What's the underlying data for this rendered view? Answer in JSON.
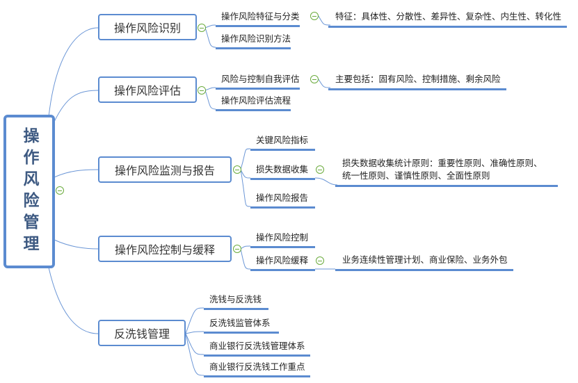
{
  "root": {
    "label": "操作风险管理"
  },
  "branches": [
    {
      "label": "操作风险识别",
      "children": [
        {
          "label": "操作风险特征与分类",
          "detail": "特征：具体性、分散性、差异性、复杂性、内生性、转化性"
        },
        {
          "label": "操作风险识别方法"
        }
      ]
    },
    {
      "label": "操作风险评估",
      "children": [
        {
          "label": "风险与控制自我评估",
          "detail": "主要包括：固有风险、控制措施、剩余风险"
        },
        {
          "label": "操作风险评估流程"
        }
      ]
    },
    {
      "label": "操作风险监测与报告",
      "children": [
        {
          "label": "关键风险指标"
        },
        {
          "label": "损失数据收集",
          "detail_lines": [
            "损失数据收集统计原则：重要性原则、准确性原则、",
            "统一性原则、谨慎性原则、全面性原则"
          ]
        },
        {
          "label": "操作风险报告"
        }
      ]
    },
    {
      "label": "操作风险控制与缓释",
      "children": [
        {
          "label": "操作风险控制"
        },
        {
          "label": "操作风险缓释",
          "detail": "业务连续性管理计划、商业保险、业务外包"
        }
      ]
    },
    {
      "label": "反洗钱管理",
      "children": [
        {
          "label": "洗钱与反洗钱"
        },
        {
          "label": "反洗钱监管体系"
        },
        {
          "label": "商业银行反洗钱管理体系"
        },
        {
          "label": "商业银行反洗钱工作重点"
        }
      ]
    }
  ],
  "colors": {
    "accent": "#5b8bd0",
    "toggle": "#6aab3c"
  }
}
